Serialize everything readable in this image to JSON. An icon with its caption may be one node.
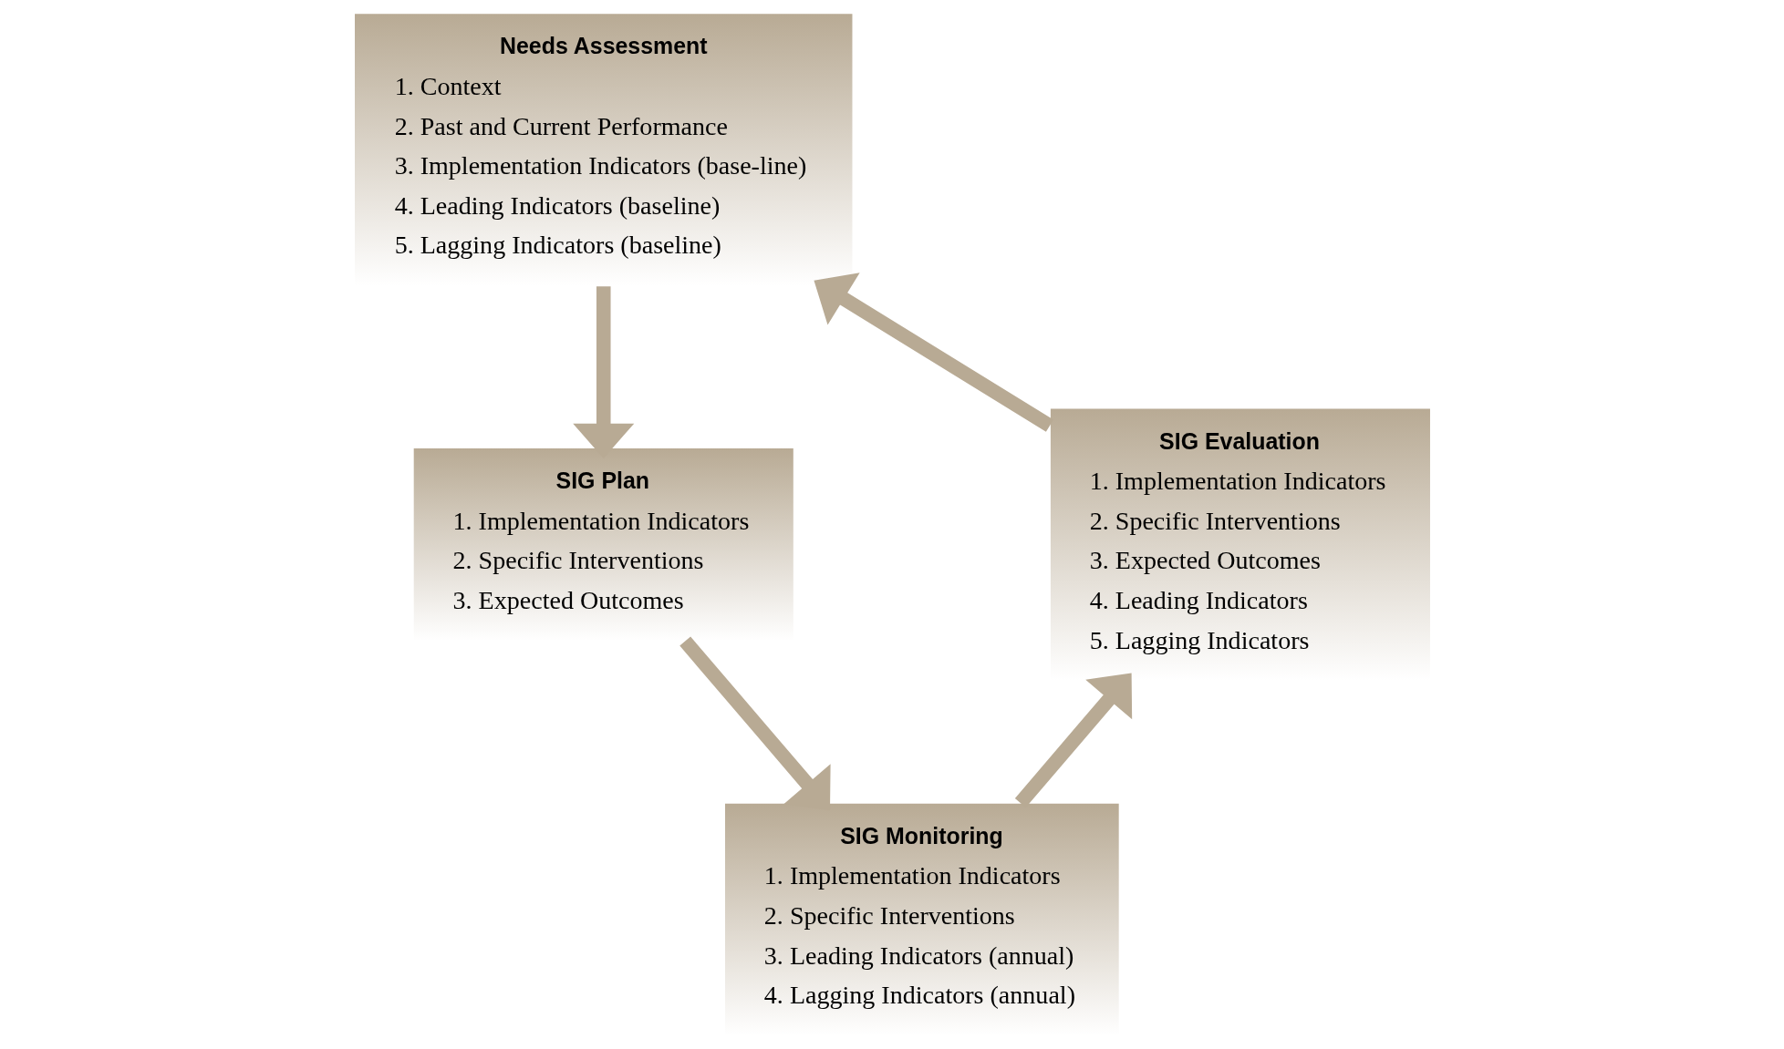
{
  "diagram": {
    "nodes": [
      {
        "text": [
          "Needs Assessment",
          "1. Context",
          "2. Past and Current Performance",
          "3. Implementation Indicators (base-line)",
          "4. Leading Indicators (baseline)",
          "5. Lagging Indicators (baseline)"
        ]
      },
      {
        "text": [
          "SIG Plan",
          "1. Implementation Indicators",
          "2. Specific Interventions",
          "3. Expected Outcomes"
        ]
      },
      {
        "text": [
          "SIG Monitoring",
          "1. Implementation Indicators",
          "2. Specific Interventions",
          "3. Leading Indicators (annual)",
          "4. Lagging Indicators (annual)"
        ]
      },
      {
        "text": [
          "SIG Evaluation",
          "1. Implementation Indicators",
          "2. Specific Interventions",
          "3. Expected Outcomes",
          "4. Leading Indicators",
          "5. Lagging Indicators"
        ]
      }
    ],
    "edges": [
      {
        "from": 0,
        "to": 1,
        "arrow": "to"
      },
      {
        "from": 1,
        "to": 2,
        "arrow": "to"
      },
      {
        "from": 2,
        "to": 3,
        "arrow": "to"
      },
      {
        "from": 3,
        "to": 0,
        "arrow": "to"
      }
    ]
  }
}
